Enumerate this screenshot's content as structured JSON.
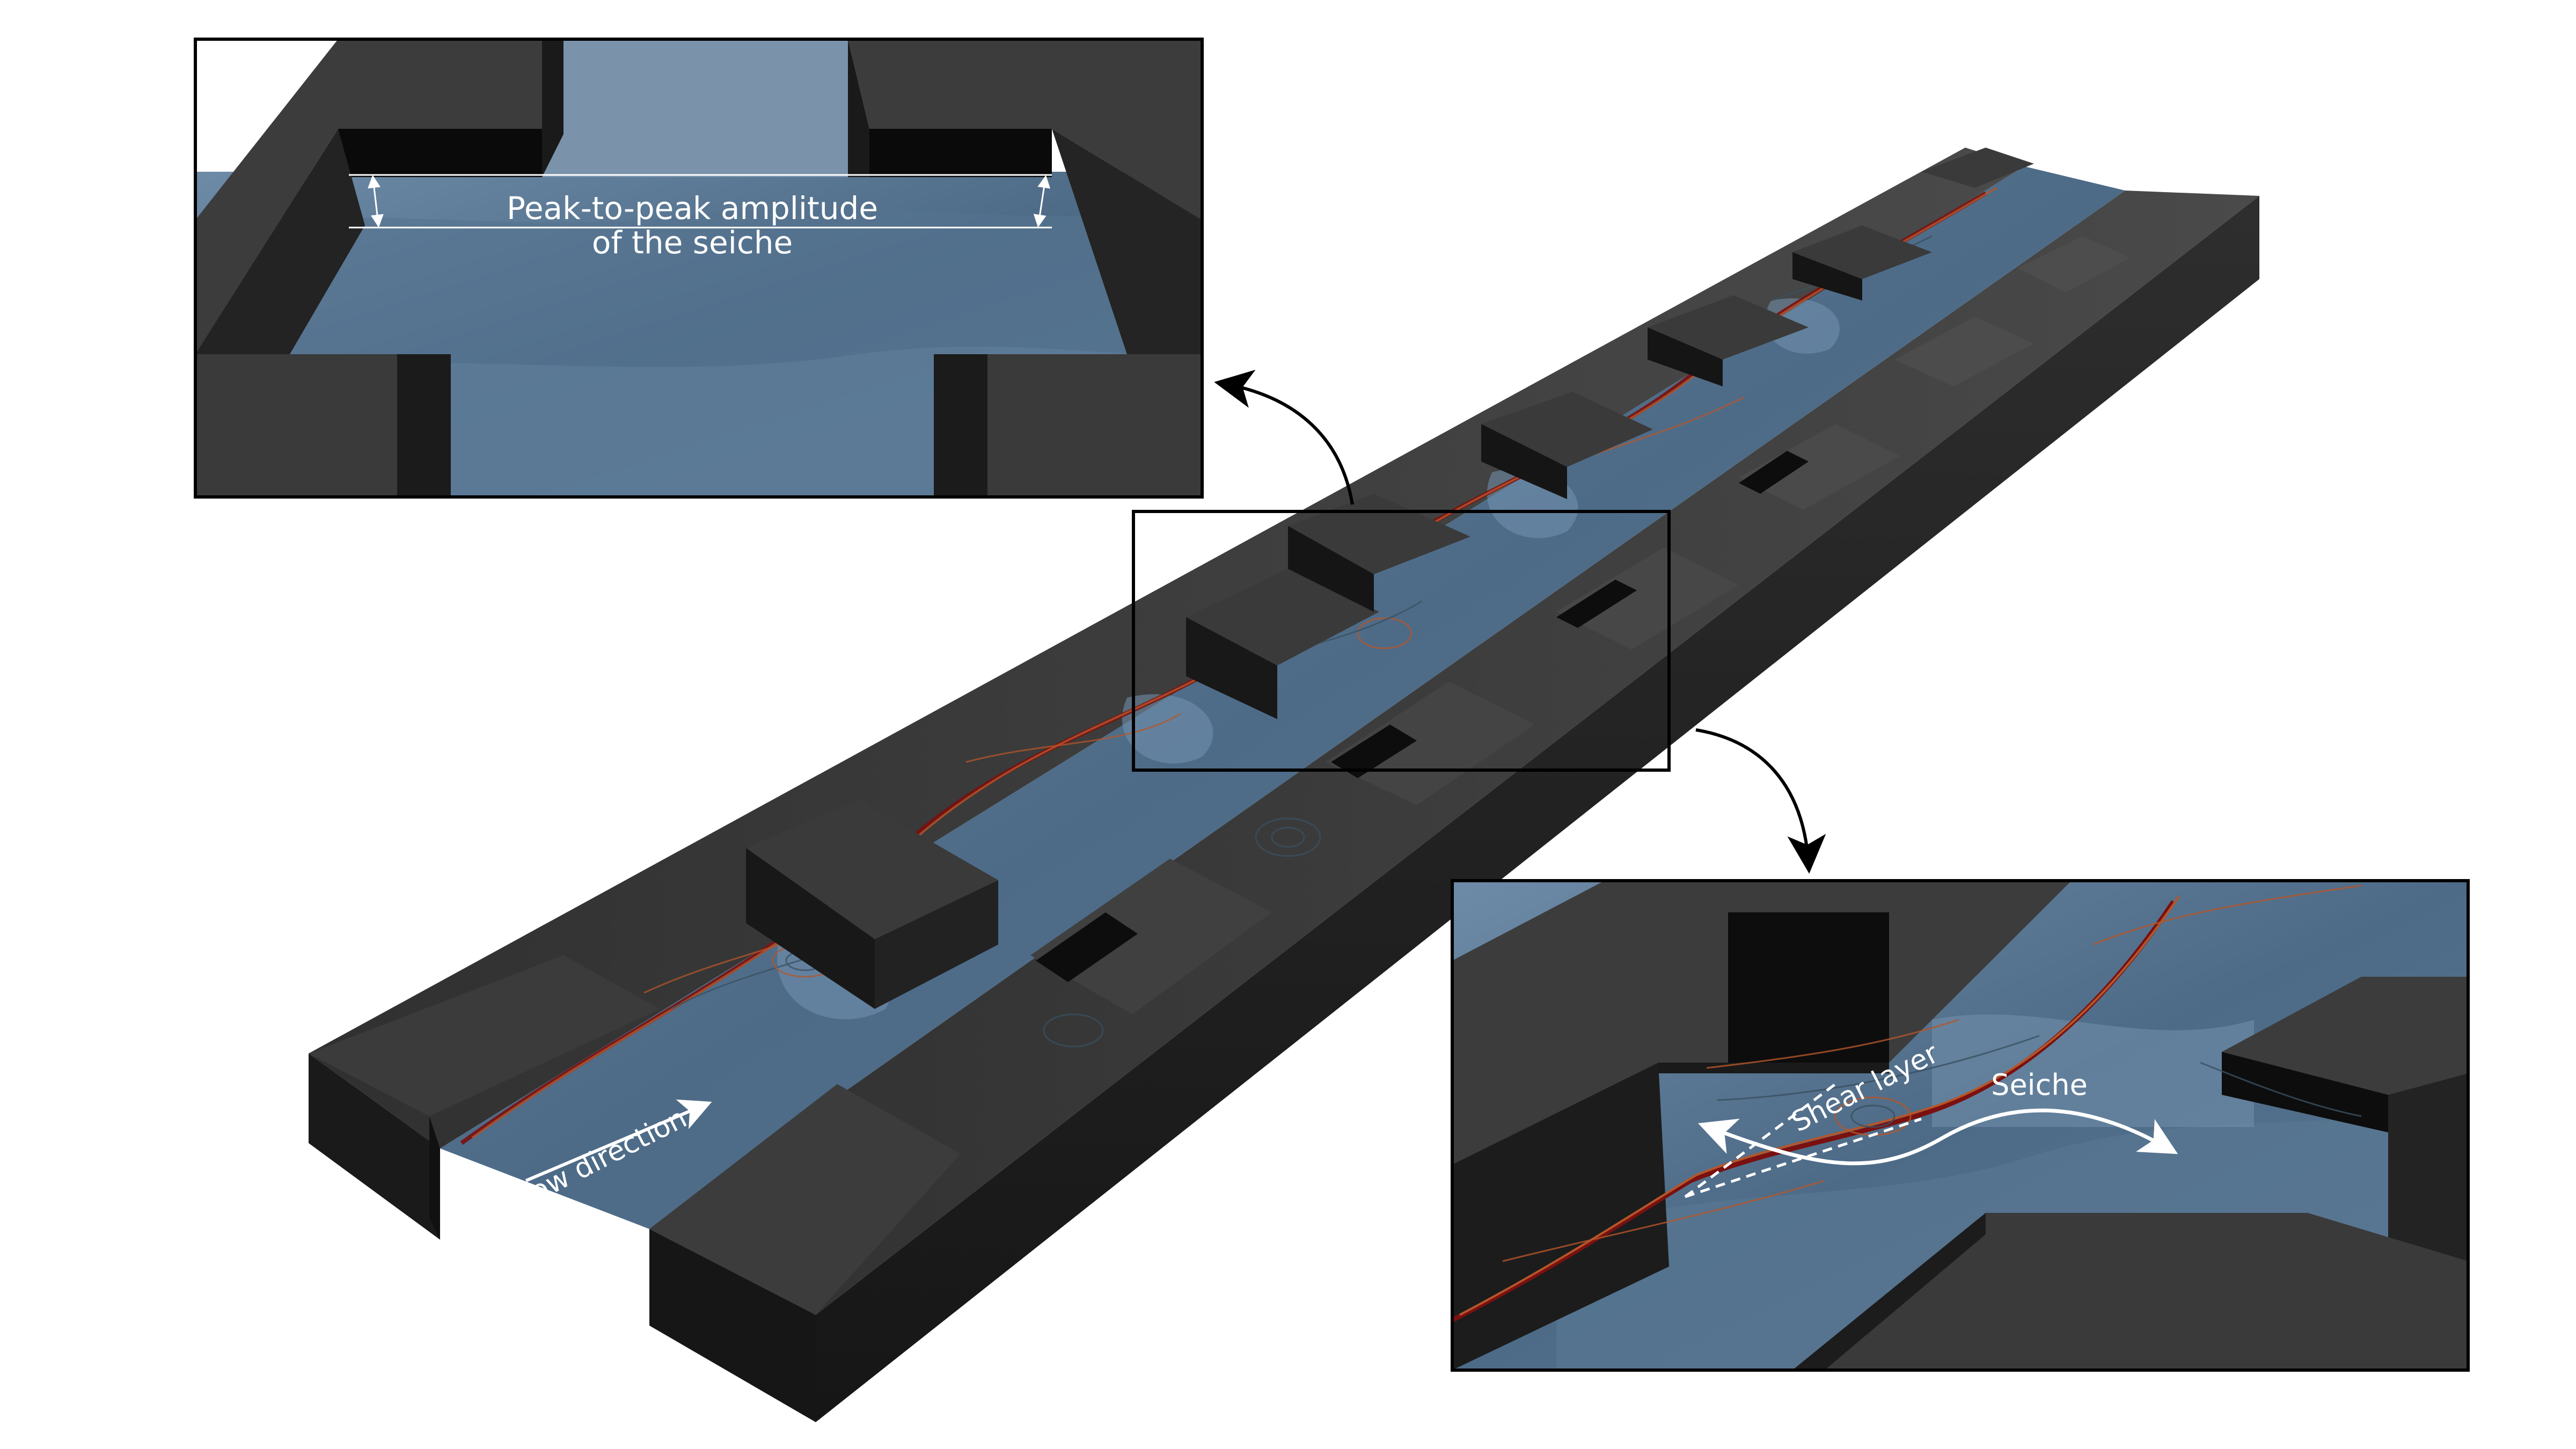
{
  "labels": {
    "amplitude_line1": "Peak-to-peak amplitude",
    "amplitude_line2": "of the seiche",
    "flow_direction": "Flow direction",
    "shear_layer": "Shear layer",
    "seiche": "Seiche"
  },
  "colors": {
    "background": "#ffffff",
    "block_top": "#3a3a3a",
    "block_front": "#1c1c1c",
    "block_side": "#2a2a2a",
    "water": "#4d6b87",
    "water_light": "#6d8aa6",
    "streamline_warm": "#b5562a",
    "streamline_cool": "#3a5060",
    "shear_line": "#7a1010",
    "inset_frame": "#000000",
    "annotation": "#ffffff"
  }
}
